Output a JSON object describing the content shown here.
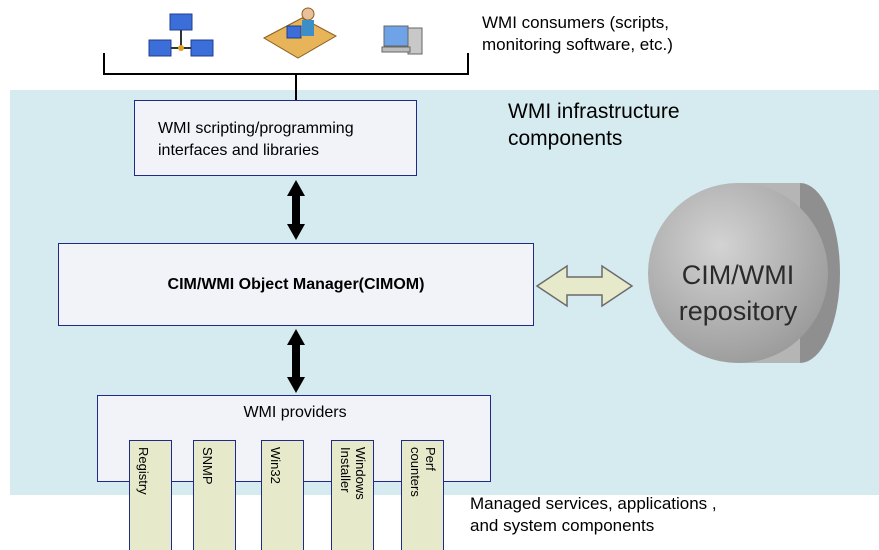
{
  "consumers": {
    "text": "WMI consumers (scripts,\nmonitoring software, etc.)",
    "icons": [
      "network-icon",
      "user-at-computer-icon",
      "desktop-computer-icon"
    ]
  },
  "infrastructure": {
    "title": "WMI infrastructure\ncomponents",
    "background_color": "#d6ebf0"
  },
  "scripting": {
    "label": "WMI scripting/programming\ninterfaces and libraries"
  },
  "cimom": {
    "label": "CIM/WMI Object Manager(CIMOM)"
  },
  "repository": {
    "label": "CIM/WMI\nrepository",
    "color": "#a9a9a9"
  },
  "providers": {
    "title": "WMI providers",
    "items": [
      "Registry",
      "SNMP",
      "Win32",
      "Windows\nInstaller",
      "Perf\ncounters"
    ]
  },
  "managed": {
    "text": "Managed services, applications ,\nand system components"
  }
}
